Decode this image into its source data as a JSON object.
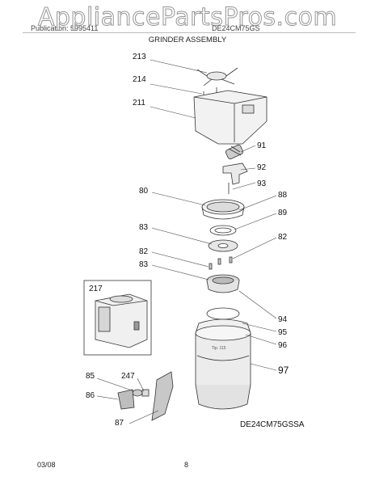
{
  "watermark": "AppliancePartsPros.com",
  "header": {
    "left": "Publication: 5995411",
    "right": "DE24CM75GS",
    "section_title": "GRINDER ASSEMBLY"
  },
  "callouts": {
    "c213": "213",
    "c214": "214",
    "c211": "211",
    "c91": "91",
    "c92": "92",
    "c93": "93",
    "c80": "80",
    "c88": "88",
    "c89": "89",
    "c83a": "83",
    "c82a": "82",
    "c82b": "82",
    "c83b": "83",
    "c217": "217",
    "c94": "94",
    "c95": "95",
    "c96": "96",
    "c97": "97",
    "c85": "85",
    "c247": "247",
    "c86": "86",
    "c87": "87"
  },
  "model_code": "DE24CM75GSSA",
  "footer": {
    "date": "03/08",
    "page": "8"
  }
}
